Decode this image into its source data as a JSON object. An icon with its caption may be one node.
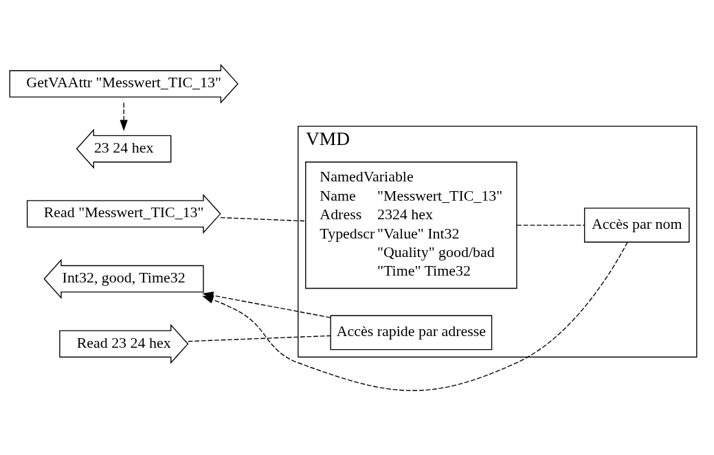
{
  "diagram": {
    "nodes": [
      {
        "text": [
          "Read \"Messwert_TIC_13\""
        ]
      },
      {
        "text": [
          "VMD"
        ]
      },
      {
        "text": [
          "NamedVariable",
          "Name",
          "\"Messwert_TIC_13\"",
          "Adress",
          "2324 hex",
          "Typedscr",
          "\"Value\" Int32",
          "\"Quality\" good/bad",
          "\"Time\" Time32"
        ],
        "in": 1
      },
      {
        "text": [
          "GetVAAttr \"Messwert_TIC_13\""
        ]
      },
      {
        "text": [
          "23 24 hex"
        ]
      },
      {
        "text": [
          "Read 23 24 hex"
        ]
      },
      {
        "text": [
          "Accès rapide par adresse"
        ],
        "in": 1
      },
      {
        "text": [
          "Accès par nom"
        ],
        "in": 1
      },
      {
        "text": [
          "Int32, good, Time32"
        ]
      }
    ],
    "edges": [
      {
        "from": 0,
        "to": 2,
        "arrow": "none",
        "style": "dashed"
      },
      {
        "from": 3,
        "to": 4,
        "arrow": "to",
        "style": "dashed"
      },
      {
        "from": 5,
        "to": 6,
        "arrow": "none",
        "style": "dashed"
      },
      {
        "from": 2,
        "to": 7,
        "arrow": "none",
        "style": "dashed"
      },
      {
        "from": 6,
        "to": 8,
        "arrow": "to",
        "style": "dashed"
      },
      {
        "from": 7,
        "to": 8,
        "arrow": "to",
        "style": "dashed"
      }
    ]
  }
}
